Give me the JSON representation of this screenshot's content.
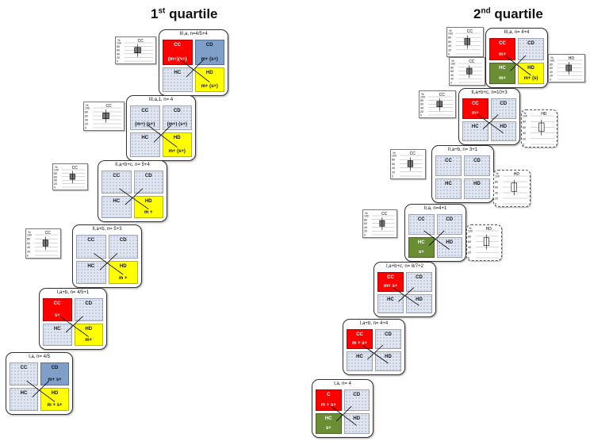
{
  "headings": {
    "q1": {
      "num": "1",
      "sup": "st",
      "text": "quartile"
    },
    "q2": {
      "num": "2",
      "sup": "nd",
      "text": "quartile"
    }
  },
  "colors": {
    "cc_red": "#ff0000",
    "cd_blue": "#7f9fc9",
    "hd_yellow": "#ffff00",
    "hc_green": "#6b8e35",
    "inactive": "#dfe6f2"
  },
  "q1_panels": [
    {
      "title": "III,a,  n=4/5+4",
      "cells": {
        "cc": {
          "label": "CC",
          "note": "(m+)(s+)",
          "fill": "red"
        },
        "cd": {
          "label": "CD",
          "note": "m+  (s+)",
          "fill": "blue"
        },
        "hc": {
          "label": "HC",
          "note": "",
          "fill": "dots"
        },
        "hd": {
          "label": "HD",
          "note": "m+ (s+)",
          "fill": "yellow"
        }
      }
    },
    {
      "title": "III,a,1,  n= 4",
      "cells": {
        "cc": {
          "label": "CC",
          "note": "(m+) (s+)",
          "fill": "dots"
        },
        "cd": {
          "label": "CD",
          "note": "(m+) (s+)",
          "fill": "dots"
        },
        "hc": {
          "label": "HC",
          "note": "",
          "fill": "dots"
        },
        "hd": {
          "label": "HD",
          "note": "m+ (s+)",
          "fill": "yellow"
        }
      }
    },
    {
      "title": "II,a+b+c, n= 5+4",
      "cells": {
        "cc": {
          "label": "CC",
          "note": "",
          "fill": "dots"
        },
        "cd": {
          "label": "CD",
          "note": "",
          "fill": "dots"
        },
        "hc": {
          "label": "HC",
          "note": "",
          "fill": "dots"
        },
        "hd": {
          "label": "HD",
          "note": "m +",
          "fill": "yellow"
        }
      }
    },
    {
      "title": "II,a+b,  n= 5+3",
      "cells": {
        "cc": {
          "label": "CC",
          "note": "",
          "fill": "dots"
        },
        "cd": {
          "label": "CD",
          "note": "",
          "fill": "dots"
        },
        "hc": {
          "label": "HC",
          "note": "",
          "fill": "dots"
        },
        "hd": {
          "label": "HD",
          "note": "m +",
          "fill": "yellow"
        }
      }
    },
    {
      "title": "I,a+b,  n= 4/5+1",
      "cells": {
        "cc": {
          "label": "CC",
          "note": "s+",
          "fill": "red"
        },
        "cd": {
          "label": "CD",
          "note": "",
          "fill": "dots"
        },
        "hc": {
          "label": "HC",
          "note": "",
          "fill": "dots"
        },
        "hd": {
          "label": "HD",
          "note": "m+",
          "fill": "yellow"
        }
      }
    },
    {
      "title": "I,a,  n= 4/5",
      "cells": {
        "cc": {
          "label": "CC",
          "note": "",
          "fill": "dots"
        },
        "cd": {
          "label": "CD",
          "note": "m+  s+",
          "fill": "blue"
        },
        "hc": {
          "label": "HC",
          "note": "",
          "fill": "dots"
        },
        "hd": {
          "label": "HD",
          "note": "m + s+",
          "fill": "yellow"
        }
      }
    }
  ],
  "q2_panels": [
    {
      "title": "III,a,  n= 4+4",
      "cells": {
        "cc": {
          "label": "CC",
          "note": "m+",
          "fill": "red"
        },
        "cd": {
          "label": "CD",
          "note": "",
          "fill": "dots"
        },
        "hc": {
          "label": "HC",
          "note": "m+",
          "fill": "green"
        },
        "hd": {
          "label": "HD",
          "note": "m+ (s)",
          "fill": "yellow"
        }
      }
    },
    {
      "title": "II,a+b+c, n=10+3",
      "cells": {
        "cc": {
          "label": "CC",
          "note": "m+",
          "fill": "red"
        },
        "cd": {
          "label": "CD",
          "note": "",
          "fill": "dots"
        },
        "hc": {
          "label": "HC",
          "note": "",
          "fill": "dots"
        },
        "hd": {
          "label": "HD",
          "note": "",
          "fill": "dots"
        }
      }
    },
    {
      "title": "II,a+b, n= 3+1",
      "cells": {
        "cc": {
          "label": "CC",
          "note": "",
          "fill": "dots"
        },
        "cd": {
          "label": "CD",
          "note": "",
          "fill": "dots"
        },
        "hc": {
          "label": "HC",
          "note": "",
          "fill": "dots"
        },
        "hd": {
          "label": "HD",
          "note": "",
          "fill": "dots"
        }
      }
    },
    {
      "title": "II,a, n=4+1",
      "cells": {
        "cc": {
          "label": "CC",
          "note": "",
          "fill": "dots"
        },
        "cd": {
          "label": "CD",
          "note": "",
          "fill": "dots"
        },
        "hc": {
          "label": "HC",
          "note": "s+",
          "fill": "green"
        },
        "hd": {
          "label": "HD",
          "note": "",
          "fill": "dots"
        }
      }
    },
    {
      "title": "I,a+b+c, n= 8/7+2",
      "cells": {
        "cc": {
          "label": "CC",
          "note": "m+   s+",
          "fill": "red"
        },
        "cd": {
          "label": "CD",
          "note": "",
          "fill": "dots"
        },
        "hc": {
          "label": "HC",
          "note": "",
          "fill": "dots"
        },
        "hd": {
          "label": "HD",
          "note": "",
          "fill": "dots"
        }
      }
    },
    {
      "title": "I,a+b, n= 4+4",
      "cells": {
        "cc": {
          "label": "CC",
          "note": "m + s+",
          "fill": "red"
        },
        "cd": {
          "label": "CD",
          "note": "",
          "fill": "dots"
        },
        "hc": {
          "label": "HC",
          "note": "",
          "fill": "dots"
        },
        "hd": {
          "label": "HD",
          "note": "",
          "fill": "dots"
        }
      }
    },
    {
      "title": "I,a, n= 4",
      "cells": {
        "cc": {
          "label": "C",
          "note": "m + s+",
          "fill": "red"
        },
        "cd": {
          "label": "CD",
          "note": "",
          "fill": "dots"
        },
        "hc": {
          "label": "HC",
          "note": "s+",
          "fill": "green"
        },
        "hd": {
          "label": "HD",
          "note": "",
          "fill": "dots"
        }
      }
    }
  ],
  "mini_charts": {
    "cc_label": "CC",
    "hd_label": "HD",
    "percent_label": "%",
    "y_ticks": [
      "100",
      "80",
      "60",
      "40",
      "20",
      "0"
    ]
  }
}
